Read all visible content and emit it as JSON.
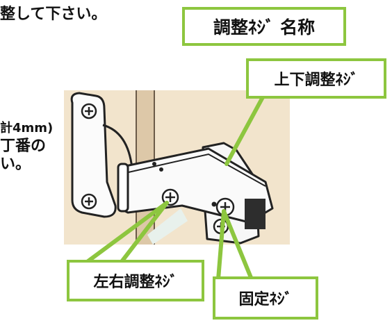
{
  "instructions": {
    "top_line": "整して下さい。",
    "side_lines": [
      "計4mm)",
      "丁番の",
      "い。"
    ]
  },
  "labels": {
    "title": "調整ﾈｼﾞ 名称",
    "vertical": "上下調整ﾈｼﾞ",
    "horizontal": "左右調整ﾈｼﾞ",
    "fixing": "固定ﾈｼﾞ"
  },
  "colors": {
    "accent": "#8dc63f",
    "backdrop": "#f2e4cc",
    "wall": "#ddc8a8"
  }
}
